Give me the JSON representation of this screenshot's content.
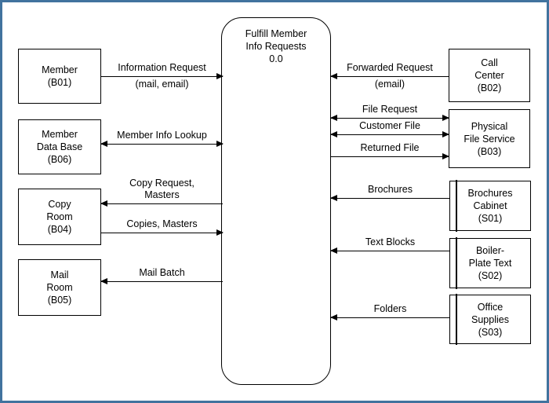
{
  "diagram": {
    "type": "data-flow-diagram",
    "frame_color": "#41739e",
    "line_color": "#000000",
    "background": "#ffffff"
  },
  "process": {
    "name_line1": "Fulfill Member",
    "name_line2": "Info Requests",
    "number": "0.0"
  },
  "entities": {
    "member": {
      "line1": "Member",
      "line2": "(B01)"
    },
    "member_database": {
      "line1": "Member",
      "line2": "Data Base",
      "line3": "(B06)"
    },
    "copy_room": {
      "line1": "Copy",
      "line2": "Room",
      "line3": "(B04)"
    },
    "mail_room": {
      "line1": "Mail",
      "line2": "Room",
      "line3": "(B05)"
    },
    "call_center": {
      "line1": "Call",
      "line2": "Center",
      "line3": "(B02)"
    },
    "physical_file_service": {
      "line1": "Physical",
      "line2": "File Service",
      "line3": "(B03)"
    },
    "brochures_cabinet": {
      "line1": "Brochures",
      "line2": "Cabinet",
      "line3": "(S01)"
    },
    "boiler_plate_text": {
      "line1": "Boiler-",
      "line2": "Plate Text",
      "line3": "(S02)"
    },
    "office_supplies": {
      "line1": "Office",
      "line2": "Supplies",
      "line3": "(S03)"
    }
  },
  "flows": {
    "information_request": {
      "label1": "Information  Request",
      "label2": "(mail, email)",
      "direction": "right"
    },
    "member_info_lookup": {
      "label1": "Member Info Lookup",
      "direction": "both"
    },
    "copy_request_masters": {
      "label1": "Copy Request,",
      "label2": "Masters",
      "direction": "left"
    },
    "copies_masters": {
      "label1": "Copies, Masters",
      "direction": "right"
    },
    "mail_batch": {
      "label1": "Mail Batch",
      "direction": "left"
    },
    "forwarded_request": {
      "label1": "Forwarded  Request",
      "label2": "(email)",
      "direction": "left"
    },
    "file_request": {
      "label1": "File Request",
      "direction": "both"
    },
    "customer_file": {
      "label1": "Customer File",
      "direction": "both"
    },
    "returned_file": {
      "label1": "Returned  File",
      "direction": "right"
    },
    "brochures": {
      "label1": "Brochures",
      "direction": "left"
    },
    "text_blocks": {
      "label1": "Text Blocks",
      "direction": "left"
    },
    "folders": {
      "label1": "Folders",
      "direction": "left"
    }
  }
}
